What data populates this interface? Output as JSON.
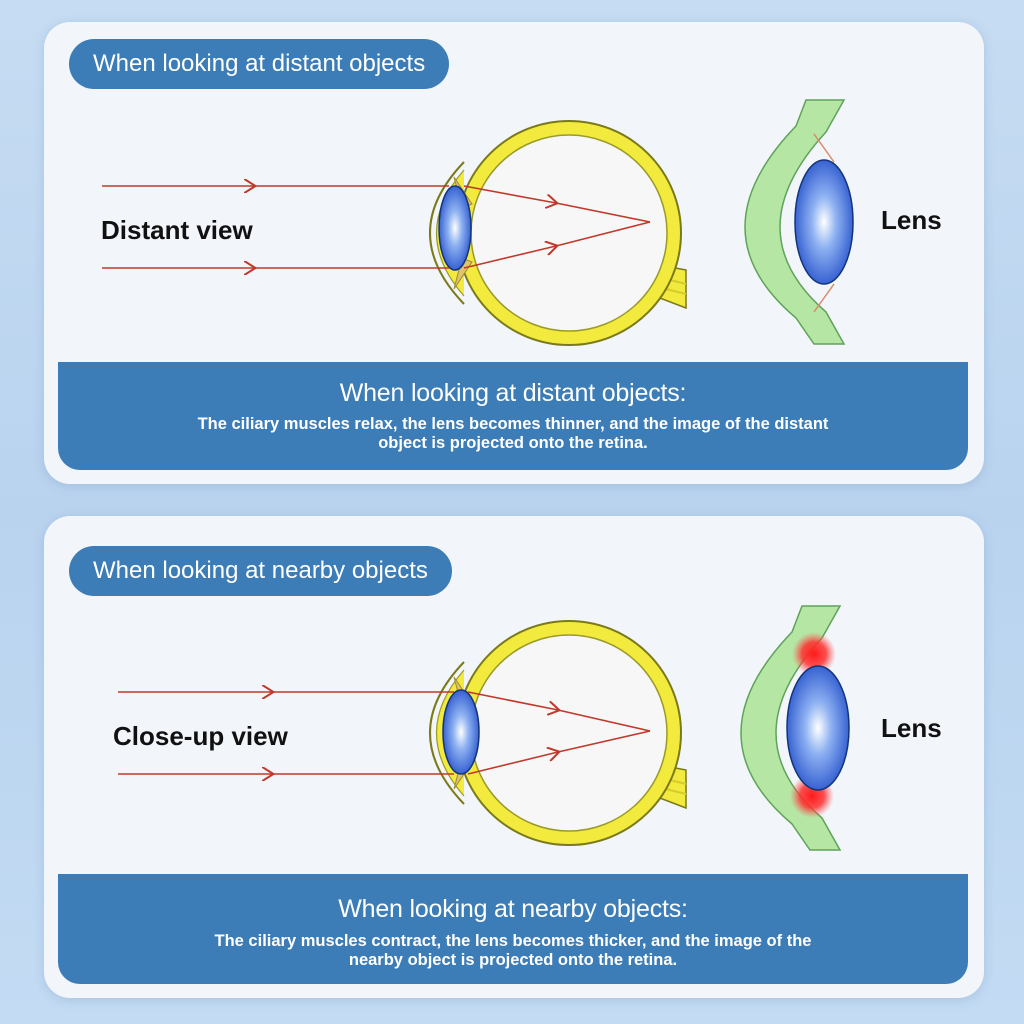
{
  "distant": {
    "pill": "When looking at distant objects",
    "view_label": "Distant view",
    "lens_label": "Lens",
    "banner_title": "When looking at distant objects:",
    "banner_text": "The ciliary muscles relax, the lens becomes thinner, and the image of the distant object is projected onto the retina."
  },
  "near": {
    "pill": "When looking at nearby objects",
    "view_label": "Close-up view",
    "lens_label": "Lens",
    "banner_title": "When looking at nearby objects:",
    "banner_text": "The ciliary muscles contract, the lens becomes thicker, and the image of the nearby object is projected onto the retina."
  },
  "colors": {
    "accent_blue": "#3c7db7",
    "sclera_yellow": "#f2ea3c",
    "ray_red": "#c0392b",
    "ciliary_green": "#b5e6a4",
    "lens_blue": "#1e4fd0",
    "contraction_red": "#ff1a1a"
  },
  "icons": [
    "eye-cross-section-diagram",
    "lens-close-up-diagram"
  ]
}
